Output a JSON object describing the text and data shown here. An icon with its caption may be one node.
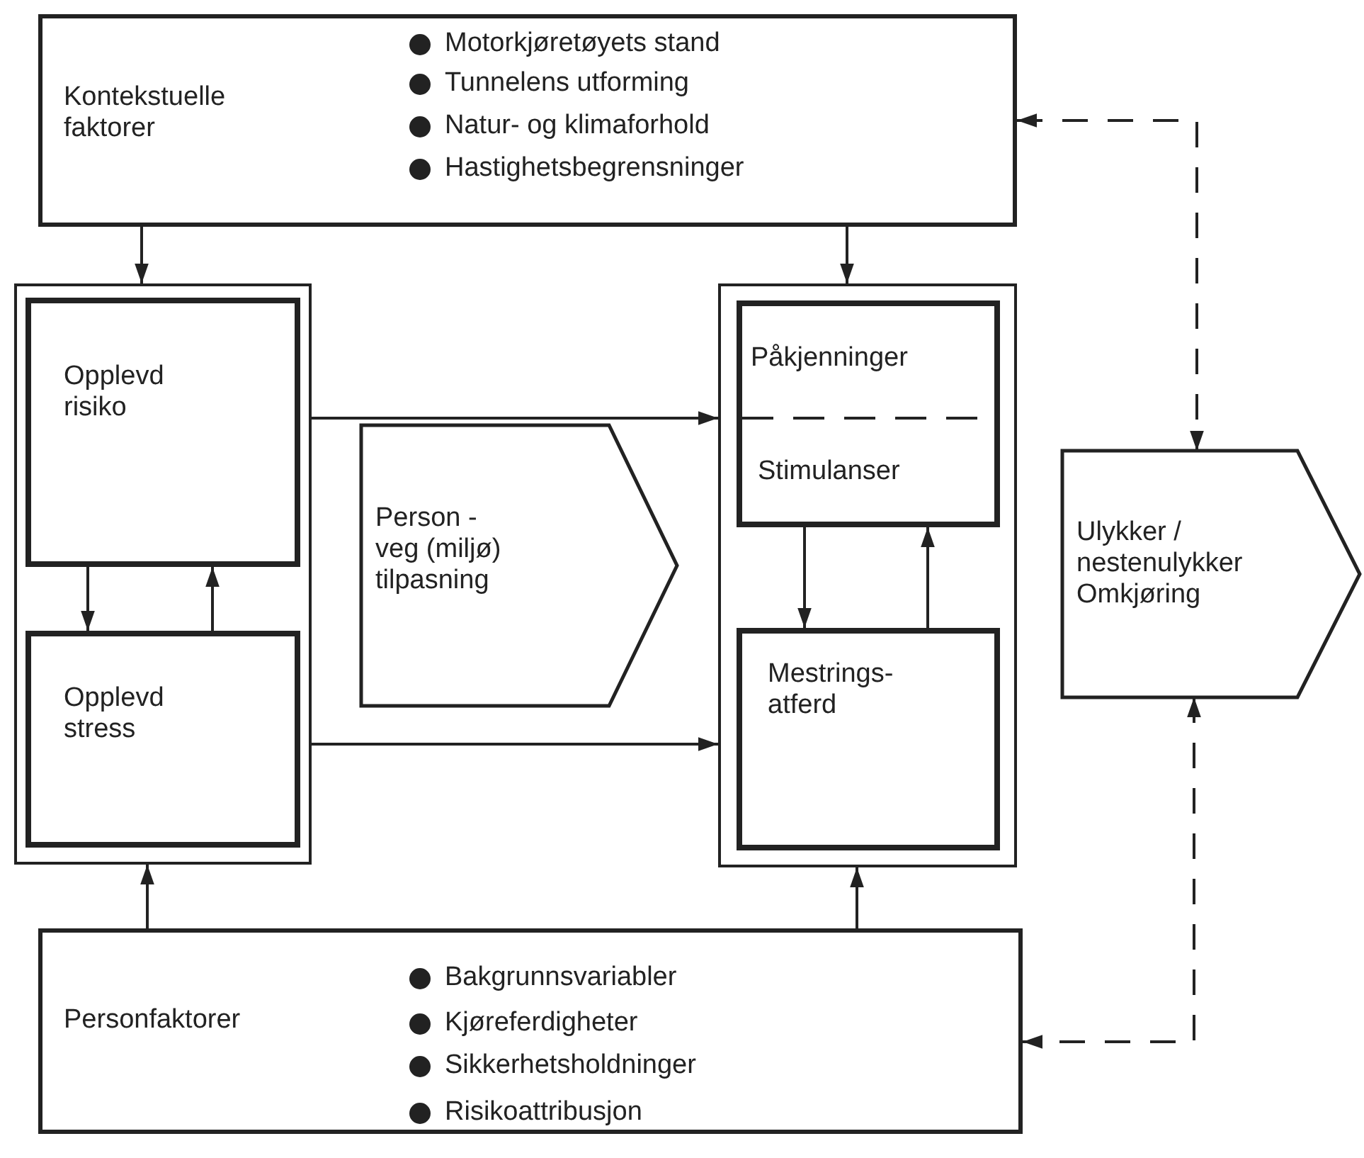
{
  "diagram": {
    "nodes": [
      {
        "text": [
          "Kontekstuelle faktorer",
          "Motorkjøretøyets stand",
          "Tunnelens utforming",
          "Natur- og klimaforhold",
          "Hastighetsbegrensninger"
        ]
      },
      {
        "text": [],
        "shape": "box"
      },
      {
        "text": [
          "Opplevd risiko"
        ],
        "in": 1
      },
      {
        "text": [
          "Opplevd stress"
        ],
        "in": 1
      },
      {
        "text": [
          "Person - veg (miljø) tilpasning"
        ]
      },
      {
        "text": [],
        "shape": "box"
      },
      {
        "text": [
          "Påkjenninger",
          "Stimulanser"
        ],
        "in": 5
      },
      {
        "text": [
          "Mestrings- atferd"
        ],
        "in": 5
      },
      {
        "text": [
          "Ulykker / nestenulykker Omkjøring"
        ]
      },
      {
        "text": [
          "Personfaktorer",
          "Bakgrunnsvariabler",
          "Kjøreferdigheter",
          "Sikkerhetsholdninger",
          "Risikoattribusjon"
        ]
      }
    ],
    "edges": [
      {
        "from": 0,
        "to": 1,
        "arrow": "to"
      },
      {
        "from": 0,
        "to": 5,
        "arrow": "to"
      },
      {
        "from": 0,
        "to": 8,
        "arrow": "both",
        "style": "dashed"
      },
      {
        "from": 1,
        "to": 5,
        "arrow": "to"
      },
      {
        "from": 2,
        "to": 3,
        "arrow": "to"
      },
      {
        "from": 3,
        "to": 2,
        "arrow": "to"
      },
      {
        "from": 6,
        "to": 7,
        "arrow": "to"
      },
      {
        "from": 7,
        "to": 6,
        "arrow": "to"
      },
      {
        "from": 1,
        "to": 5,
        "arrow": "to"
      },
      {
        "from": 8,
        "to": 9,
        "arrow": "both",
        "style": "dashed"
      },
      {
        "from": 9,
        "to": 1,
        "arrow": "to"
      },
      {
        "from": 9,
        "to": 5,
        "arrow": "to"
      }
    ]
  }
}
